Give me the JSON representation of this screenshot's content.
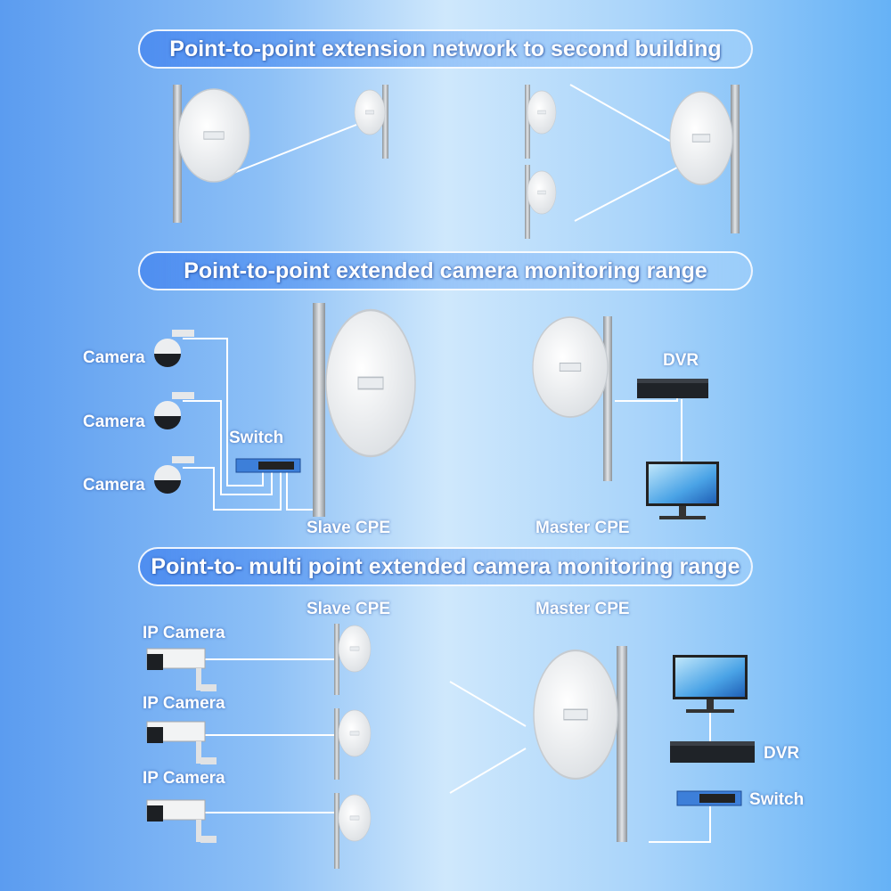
{
  "sections": [
    {
      "title": "Point-to-point extension network to second building"
    },
    {
      "title": "Point-to-point extended camera monitoring range",
      "labels": {
        "camera1": "Camera",
        "camera2": "Camera",
        "camera3": "Camera",
        "switch": "Switch",
        "slave": "Slave CPE",
        "master": "Master CPE",
        "dvr": "DVR"
      }
    },
    {
      "title": "Point-to- multi point extended camera monitoring range",
      "labels": {
        "slave": "Slave CPE",
        "master": "Master CPE",
        "ipcam1": "IP Camera",
        "ipcam2": "IP Camera",
        "ipcam3": "IP Camera",
        "dvr": "DVR",
        "switch": "Switch"
      }
    }
  ],
  "colors": {
    "link_line": "#ffffff",
    "dish": "#f4f5f6",
    "pole": "#a9aeb3",
    "device": "#1f2328",
    "switch": "#3d7fd9"
  }
}
